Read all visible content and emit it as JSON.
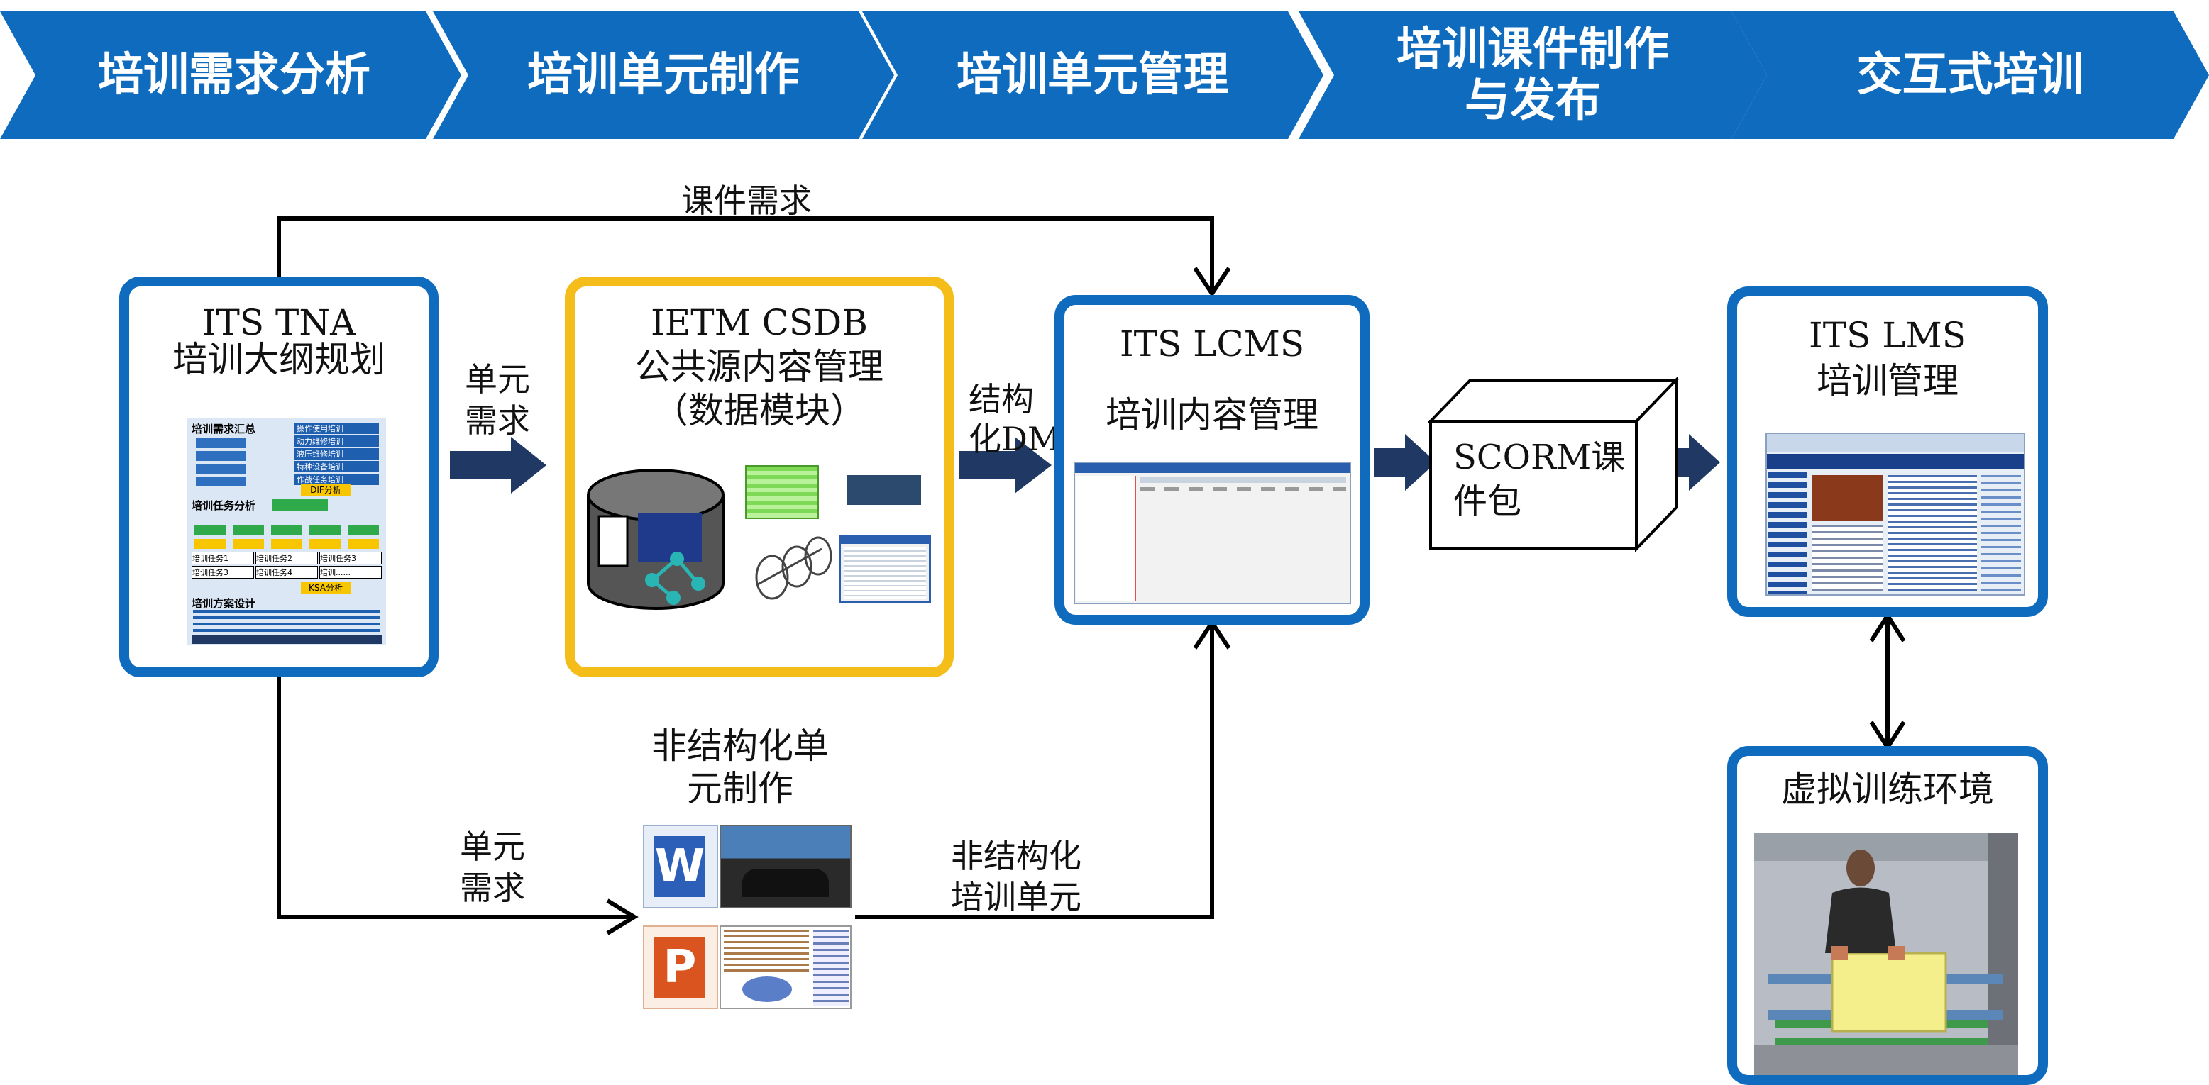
{
  "header": {
    "stages": [
      {
        "label": "培训需求分析"
      },
      {
        "label": "培训单元制作"
      },
      {
        "label": "培训单元管理"
      },
      {
        "label": "培训课件制作\n与发布"
      },
      {
        "label": "交互式培训"
      }
    ],
    "color": "#0e6bbd"
  },
  "nodes": {
    "tna": {
      "line1": "ITS TNA",
      "line2": "培训大纲规划"
    },
    "csdb": {
      "line1": "IETM CSDB",
      "line2": "公共源内容管理",
      "line3": "（数据模块）"
    },
    "lcms": {
      "line1": "ITS LCMS",
      "line2": "培训内容管理"
    },
    "scorm": {
      "line1": "SCORM课",
      "line2": "件包"
    },
    "lms": {
      "line1": "ITS LMS",
      "line2": "培训管理"
    },
    "virtual": {
      "label": "虚拟训练环境"
    },
    "unstructured": {
      "line1": "非结构化单",
      "line2": "元制作"
    }
  },
  "edges": {
    "courseware_req": "课件需求",
    "unit_req_top": {
      "line1": "单元",
      "line2": "需求"
    },
    "structured_dm": {
      "line1": "结构",
      "line2": "化DM"
    },
    "unit_req_bottom": {
      "line1": "单元",
      "line2": "需求"
    },
    "unstructured_unit": {
      "line1": "非结构化",
      "line2": "培训单元"
    }
  },
  "tna_thumb": {
    "sec1": "培训需求汇总",
    "sec2": "培训任务分析",
    "sec3": "培训方案设计",
    "items": [
      "操作使用培训",
      "动力维修培训",
      "液压维修培训",
      "特种设备培训",
      "作战任务培训"
    ],
    "dif": "DIF分析",
    "ksa": "KSA分析",
    "tasks": [
      "培训任务1",
      "培训任务2",
      "培训任务3",
      "培训任务3",
      "培训任务4",
      "培训......"
    ]
  },
  "colors": {
    "blue": "#0e6bbd",
    "gold": "#f5bd1a",
    "arrow": "#1f3864"
  }
}
